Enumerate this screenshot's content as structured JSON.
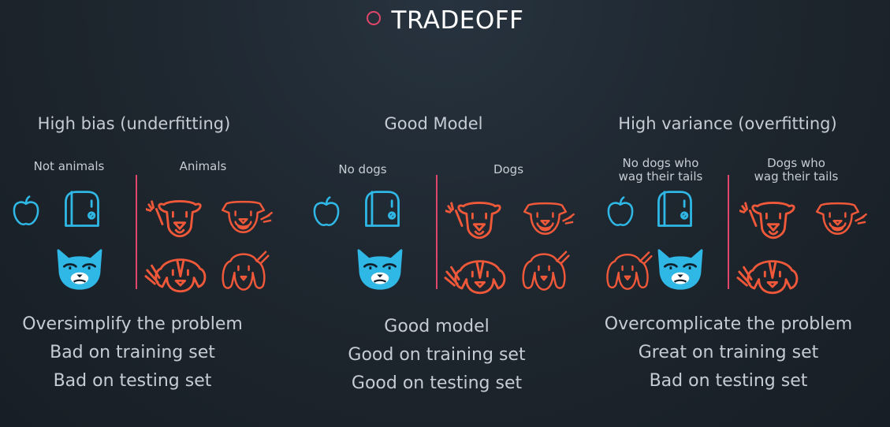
{
  "title": "TRADEOFF",
  "colors": {
    "accent": "#e0466a",
    "blue": "#2fb8e6",
    "red": "#f0583a",
    "background": "#1d252d"
  },
  "panels": [
    {
      "heading": "High bias (underfitting)",
      "left_label": "Not animals",
      "right_label": "Animals",
      "left_icons": [
        "apple-icon",
        "toaster-icon",
        "cat-icon"
      ],
      "right_icons": [
        "dog-wagging-icon",
        "terrier-wagging-icon",
        "beagle-wagging-icon",
        "spaniel-icon"
      ],
      "captions": [
        "Oversimplify the problem",
        "Bad on training set",
        "Bad on testing set"
      ]
    },
    {
      "heading": "Good Model",
      "left_label": "No dogs",
      "right_label": "Dogs",
      "left_icons": [
        "apple-icon",
        "toaster-icon",
        "cat-icon"
      ],
      "right_icons": [
        "dog-wagging-icon",
        "terrier-wagging-icon",
        "beagle-wagging-icon",
        "spaniel-icon"
      ],
      "captions": [
        "Good model",
        "Good on training set",
        "Good on testing set"
      ]
    },
    {
      "heading": "High variance (overfitting)",
      "left_label": "No dogs who wag their tails",
      "left_label_lines": [
        "No dogs who",
        "wag their tails"
      ],
      "right_label": "Dogs who wag their tails",
      "right_label_lines": [
        "Dogs who",
        "wag their tails"
      ],
      "left_icons": [
        "apple-icon",
        "toaster-icon",
        "spaniel-icon",
        "cat-icon"
      ],
      "right_icons": [
        "dog-wagging-icon",
        "terrier-wagging-icon",
        "beagle-wagging-icon"
      ],
      "captions": [
        "Overcomplicate the problem",
        "Great on training set",
        "Bad on testing set"
      ]
    }
  ]
}
